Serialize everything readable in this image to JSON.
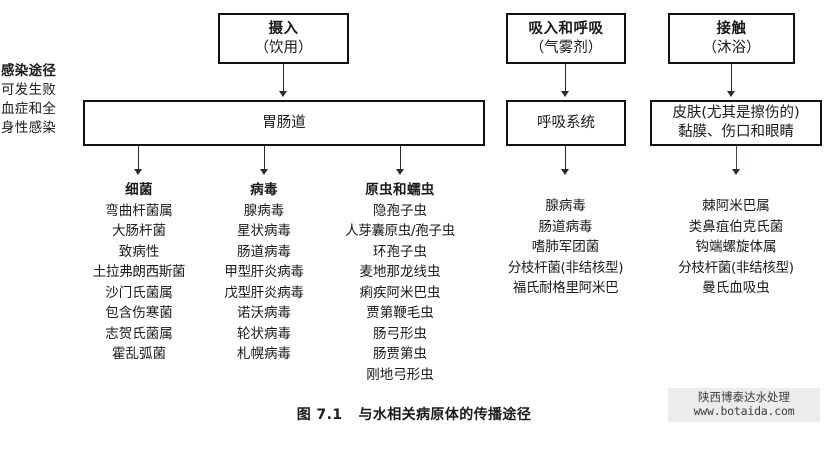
{
  "figure": {
    "caption_number": "图 7.1",
    "caption_text": "与水相关病原体的传播途径"
  },
  "route_label": {
    "heading": "感染途径",
    "line1": "可发生败",
    "line2": "血症和全",
    "line3": "身性感染"
  },
  "entry_boxes": [
    {
      "title": "摄入",
      "subtitle": "（饮用）"
    },
    {
      "title": "吸入和呼吸",
      "subtitle": "（气雾剂）"
    },
    {
      "title": "接触",
      "subtitle": "（沐浴）"
    }
  ],
  "target_boxes": [
    {
      "line1": "胃肠道",
      "line2": ""
    },
    {
      "line1": "呼吸系统",
      "line2": ""
    },
    {
      "line1": "皮肤(尤其是擦伤的)",
      "line2": "黏膜、伤口和眼睛"
    }
  ],
  "columns": [
    {
      "header": "细菌",
      "items": [
        "弯曲杆菌属",
        "大肠杆菌",
        "致病性",
        "土拉弗朗西斯菌",
        "沙门氏菌属",
        "包含伤寒菌",
        "志贺氏菌属",
        "霍乱弧菌"
      ]
    },
    {
      "header": "病毒",
      "items": [
        "腺病毒",
        "星状病毒",
        "肠道病毒",
        "甲型肝炎病毒",
        "戊型肝炎病毒",
        "诺沃病毒",
        "轮状病毒",
        "札幌病毒"
      ]
    },
    {
      "header": "原虫和蠕虫",
      "items": [
        "隐孢子虫",
        "人芽囊原虫/孢子虫",
        "环孢子虫",
        "麦地那龙线虫",
        "痢疾阿米巴虫",
        "贾第鞭毛虫",
        "肠弓形虫",
        "肠贾第虫",
        "刚地弓形虫"
      ]
    },
    {
      "header": "",
      "items": [
        "腺病毒",
        "肠道病毒",
        "嗜肺军团菌",
        "分枝杆菌(非结核型)",
        "福氏耐格里阿米巴"
      ]
    },
    {
      "header": "",
      "items": [
        "棘阿米巴属",
        "类鼻疽伯克氏菌",
        "钩端螺旋体属",
        "分枝杆菌(非结核型)",
        "曼氏血吸虫"
      ]
    }
  ],
  "watermark": {
    "company": "陕西博泰达水处理",
    "url": "www.botaida.com"
  },
  "colors": {
    "stroke": "#111111",
    "arrow": "#2a2a36",
    "arrow_alt": "#6b3a32",
    "text": "#1a1a1a",
    "watermark_bg": "#ececec"
  }
}
